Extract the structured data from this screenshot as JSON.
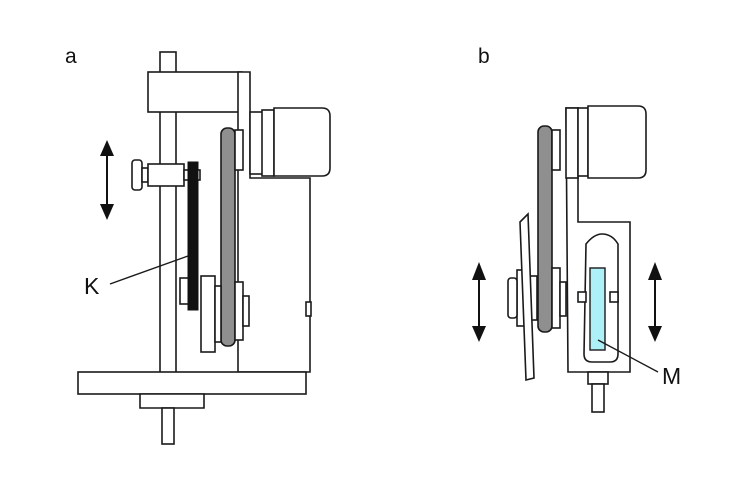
{
  "panels": [
    {
      "id": "a",
      "label": "a"
    },
    {
      "id": "b",
      "label": "b"
    }
  ],
  "parts": {
    "knife": {
      "label": "K",
      "color": "#111111"
    },
    "sample": {
      "label": "M",
      "color": "#aef0f7"
    }
  },
  "colors": {
    "outline": "#1a1a1a",
    "belt": "#8f8f8f",
    "background": "#ffffff"
  },
  "icons": [
    "vertical-double-arrow-icon"
  ]
}
